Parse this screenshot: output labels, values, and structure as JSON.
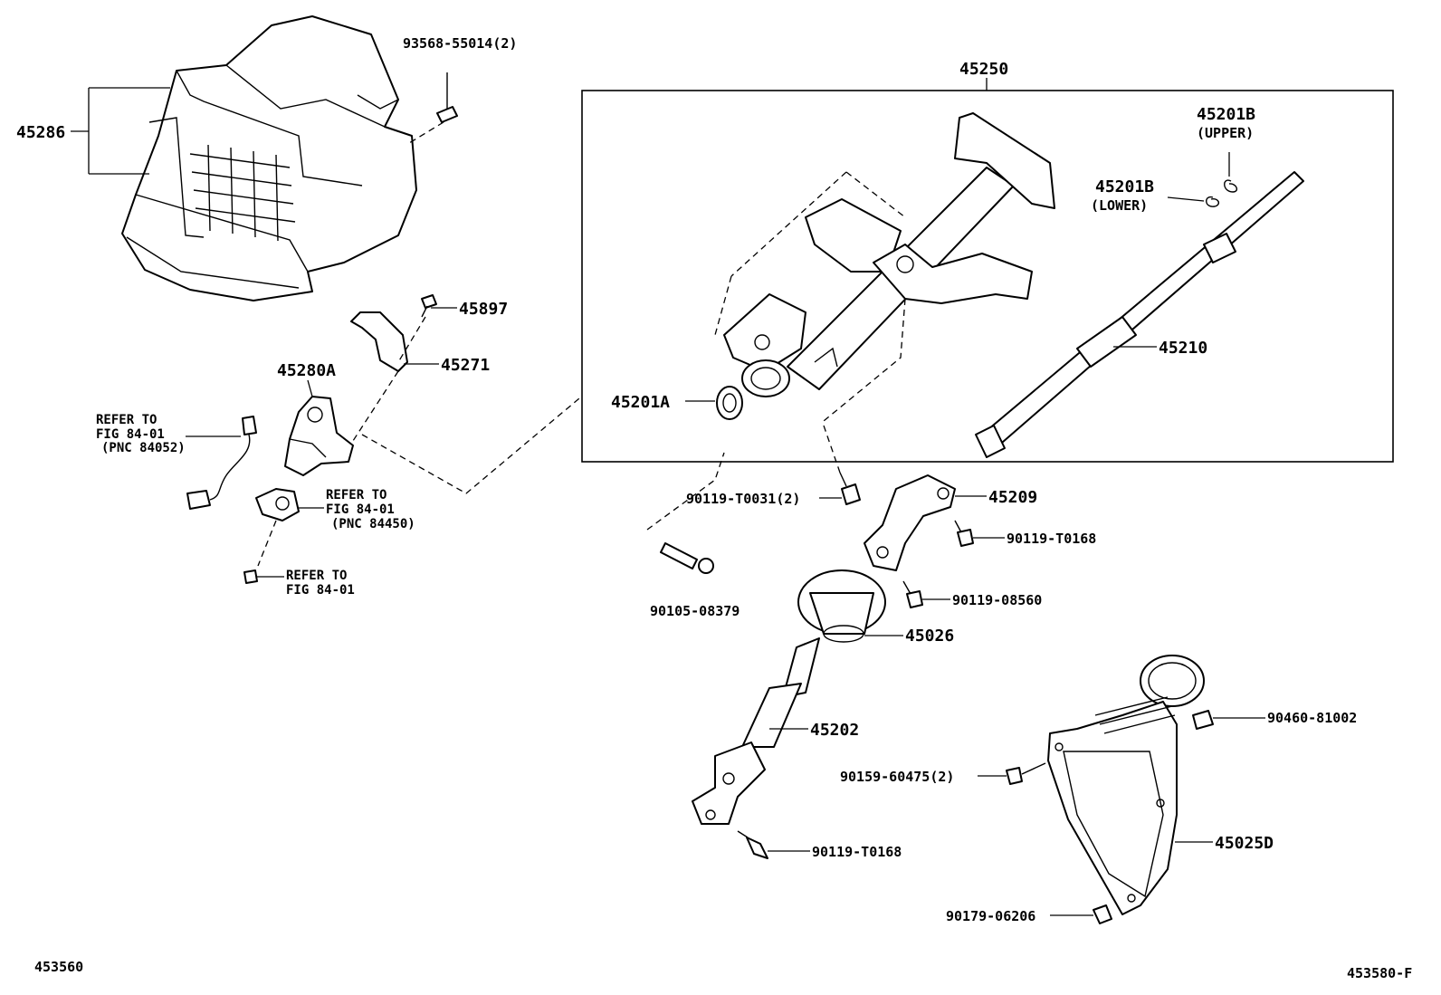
{
  "diagram": {
    "callouts": {
      "p45286": "45286",
      "p93568": "93568-55014(2)",
      "p45250": "45250",
      "p45201b_upper": "45201B",
      "upper": "(UPPER)",
      "p45201b_lower": "45201B",
      "lower": "(LOWER)",
      "p45210": "45210",
      "p45201a": "45201A",
      "p45897": "45897",
      "p45271": "45271",
      "p45280a": "45280A",
      "p90119_t0031": "90119-T0031(2)",
      "p45209": "45209",
      "p90119_t0168_a": "90119-T0168",
      "p90119_08560": "90119-08560",
      "p90105_08379": "90105-08379",
      "p45026": "45026",
      "p45202": "45202",
      "p90460_81002": "90460-81002",
      "p90159_60475": "90159-60475(2)",
      "p90119_t0168_b": "90119-T0168",
      "p45025d": "45025D",
      "p90179_06206": "90179-06206"
    },
    "refer1": {
      "l1": "REFER TO",
      "l2": "FIG 84-01",
      "l3": "(PNC 84052)"
    },
    "refer2": {
      "l1": "REFER TO",
      "l2": "FIG 84-01",
      "l3": "(PNC 84450)"
    },
    "refer3": {
      "l1": "REFER TO",
      "l2": "FIG 84-01"
    },
    "footer": {
      "left_code": "453560",
      "right_code": "453580-F"
    }
  }
}
